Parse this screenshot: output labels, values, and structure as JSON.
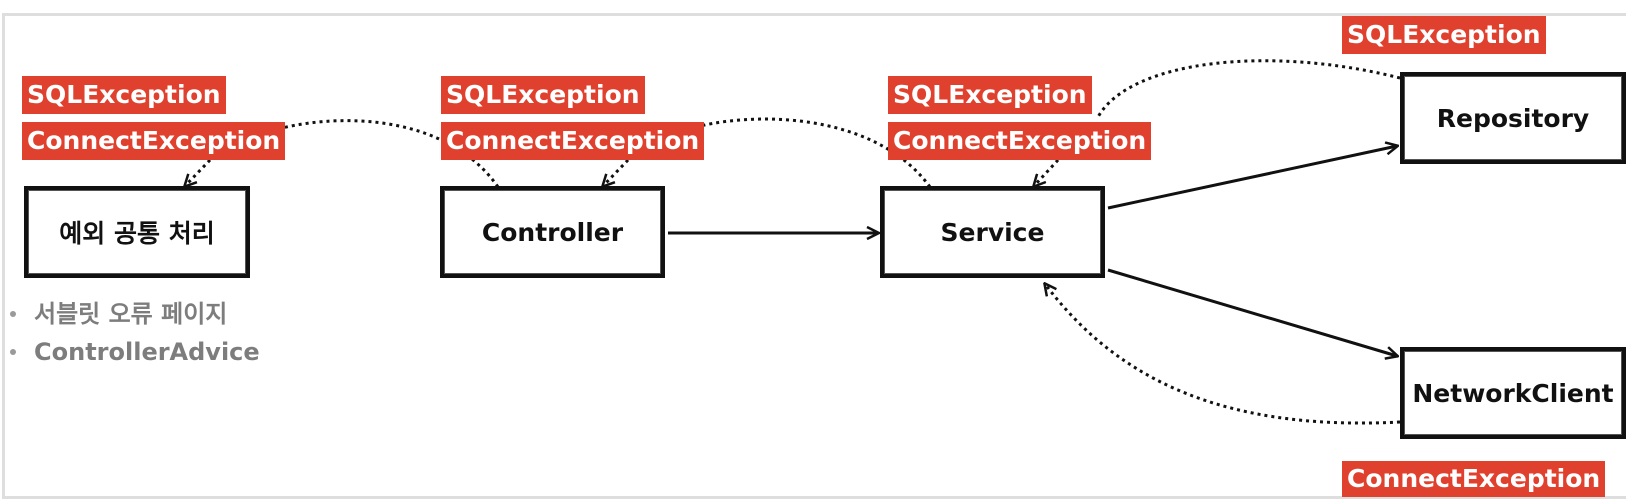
{
  "nodes": {
    "common_handler": "예외 공통 처리",
    "controller": "Controller",
    "service": "Service",
    "repository": "Repository",
    "network_client": "NetworkClient"
  },
  "exceptions": {
    "sql": "SQLException",
    "connect": "ConnectException"
  },
  "handler_notes": [
    "서블릿 오류 페이지",
    "ControllerAdvice"
  ],
  "colors": {
    "exception_tag": "#e0412e",
    "box_border": "#111111",
    "note_text": "#7d7d7d"
  }
}
